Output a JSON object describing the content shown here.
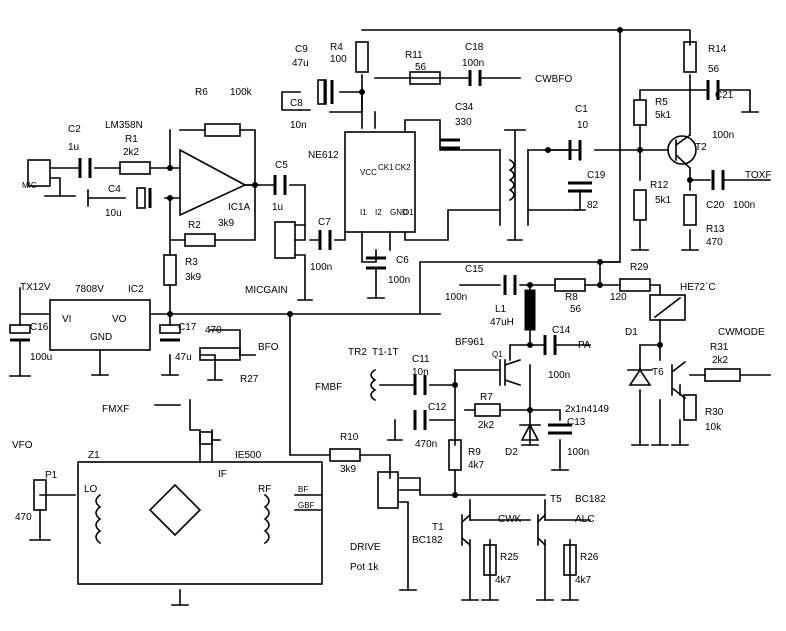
{
  "labels": {
    "c9": "C9",
    "c9_val": "47u",
    "r4": "R4",
    "r4_val": "100",
    "r11": "R11",
    "r11_val": "56",
    "c18": "C18",
    "c18_val": "100n",
    "cwbfo": "CWBFO",
    "c8": "C8",
    "c8_val": "10n",
    "c34": "C34",
    "c34_val": "330",
    "ne612": "NE612",
    "c1": "C1",
    "c1_val": "10",
    "c19": "C19",
    "c19_val": "82",
    "r14": "R14",
    "r14_val": "56",
    "r5": "R5",
    "r5_val": "5k1",
    "c21": "C21",
    "c21_val": "100n",
    "t2": "T2",
    "toxf": "TOXF",
    "r12": "R12",
    "r12_val": "5k1",
    "c20": "C20",
    "c20_val": "100n",
    "r13": "R13",
    "r13_val": "470",
    "r6": "R6",
    "r6_val": "100k",
    "c2": "C2",
    "c2_val": "1u",
    "lm358n": "LM358N",
    "r1": "R1",
    "r1_val": "2k2",
    "mic": "MIC",
    "c4": "C4",
    "c4_val": "10u",
    "ic1a": "IC1A",
    "r2": "R2",
    "r2_val": "3k9",
    "c5": "C5",
    "c5_val": "1u",
    "c7": "C7",
    "c7_val": "100n",
    "r3": "R3",
    "r3_val": "3k9",
    "micgain": "MICGAIN",
    "c6": "C6",
    "c6_val": "100n",
    "vcc": "VCC",
    "i1": "I1",
    "i2": "I2",
    "gnd_pin": "GND",
    "o1": "O1",
    "ck1": "CK1",
    "ck2": "CK2",
    "tx12v": "TX12V",
    "reg": "7808V",
    "ic2": "IC2",
    "vi": "VI",
    "vo": "VO",
    "gnd": "GND",
    "c16": "C16",
    "c16_val": "100u",
    "c17": "C17",
    "c17_val": "47u",
    "r27": "R27",
    "r27_val": "470",
    "bfo": "BFO",
    "c15": "C15",
    "c15_val": "100n",
    "l1": "L1",
    "l1_val": "47uH",
    "r8": "R8",
    "r8_val": "56",
    "r29": "R29",
    "r29_val": "120",
    "relay": "HE72`C",
    "d1": "D1",
    "cwmode": "CWMODE",
    "r31": "R31",
    "r31_val": "2k2",
    "t6": "T6",
    "r30": "R30",
    "r30_val": "10k",
    "c14": "C14",
    "c14_val": "100n",
    "pa": "PA",
    "bf961": "BF961",
    "q1": "Q1",
    "tr2": "TR2",
    "t1_1t": "T1-1T",
    "fmbf": "FMBF",
    "c11": "C11",
    "c11_val": "10n",
    "c12": "C12",
    "c12_val": "470n",
    "r7": "R7",
    "r7_val": "2k2",
    "diodes": "2x1n4149",
    "c13": "C13",
    "c13_val": "100n",
    "d2": "D2",
    "r9": "R9",
    "r9_val": "4k7",
    "fmxf": "FMXF",
    "vfo": "VFO",
    "p1": "P1",
    "p1_val": "470",
    "z1": "Z1",
    "ie500": "IE500",
    "lo": "LO",
    "rf": "RF",
    "if_pin": "IF",
    "bf": "BF",
    "gbf": "GBF",
    "r10": "R10",
    "r10_val": "3k9",
    "drive": "DRIVE",
    "pot1k": "Pot 1k",
    "t1": "T1",
    "bc182": "BC182",
    "cwk": "CWK",
    "t5": "T5",
    "alc": "ALC",
    "r25": "R25",
    "r25_val": "4k7",
    "r26": "R26",
    "r26_val": "4k7"
  }
}
